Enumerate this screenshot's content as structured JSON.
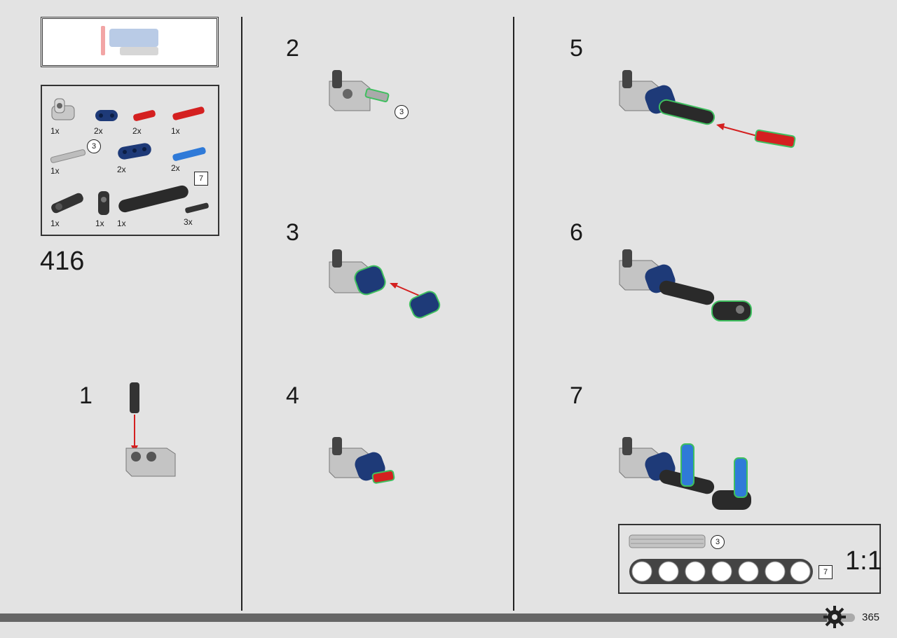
{
  "page": {
    "number": "365",
    "page_label": "416"
  },
  "parts_list": [
    {
      "qty": "1x"
    },
    {
      "qty": "2x"
    },
    {
      "qty": "2x"
    },
    {
      "qty": "1x"
    },
    {
      "qty": "1x",
      "length_callout": "3"
    },
    {
      "qty": "2x"
    },
    {
      "qty": "2x",
      "length_callout": "7"
    },
    {
      "qty": "1x"
    },
    {
      "qty": "1x"
    },
    {
      "qty": "1x"
    },
    {
      "qty": "3x"
    }
  ],
  "steps": [
    {
      "number": "1"
    },
    {
      "number": "2",
      "callout": "3"
    },
    {
      "number": "3"
    },
    {
      "number": "4"
    },
    {
      "number": "5"
    },
    {
      "number": "6"
    },
    {
      "number": "7"
    }
  ],
  "scale_box": {
    "axle_length": "3",
    "beam_length": "7",
    "scale": "1:1"
  },
  "colors": {
    "dark_grey": "#3a3a3a",
    "light_grey": "#bdbdbd",
    "dark_blue": "#1e3a78",
    "red": "#d42020",
    "blue": "#2f7ad8",
    "highlight": "#3fbf5f"
  }
}
